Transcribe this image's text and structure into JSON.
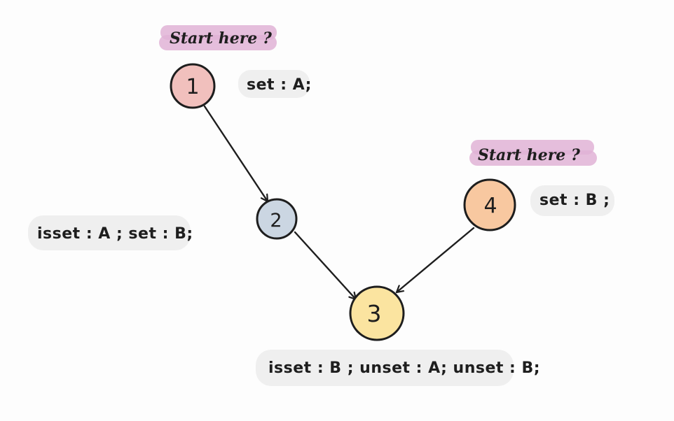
{
  "diagram": {
    "type": "state-graph",
    "colors": {
      "background": "#fdfdfd",
      "stroke": "#1e1e1e",
      "highlight": "#e0b3d6",
      "note_bg": "#efefef"
    },
    "nodes": [
      {
        "id": "1",
        "label": "1",
        "fill": "#f1c0bd",
        "note": "set : A;"
      },
      {
        "id": "2",
        "label": "2",
        "fill": "#cbd6e2",
        "note": "isset : A ;  set : B;"
      },
      {
        "id": "3",
        "label": "3",
        "fill": "#fbe4a0",
        "note": "isset : B ; unset : A; unset : B;"
      },
      {
        "id": "4",
        "label": "4",
        "fill": "#f8c8a0",
        "note": "set : B ;"
      }
    ],
    "edges": [
      {
        "from": "1",
        "to": "2"
      },
      {
        "from": "2",
        "to": "3"
      },
      {
        "from": "4",
        "to": "3"
      }
    ],
    "annotations": [
      {
        "target": "1",
        "text": "Start here ?"
      },
      {
        "target": "4",
        "text": "Start here ?"
      }
    ]
  }
}
